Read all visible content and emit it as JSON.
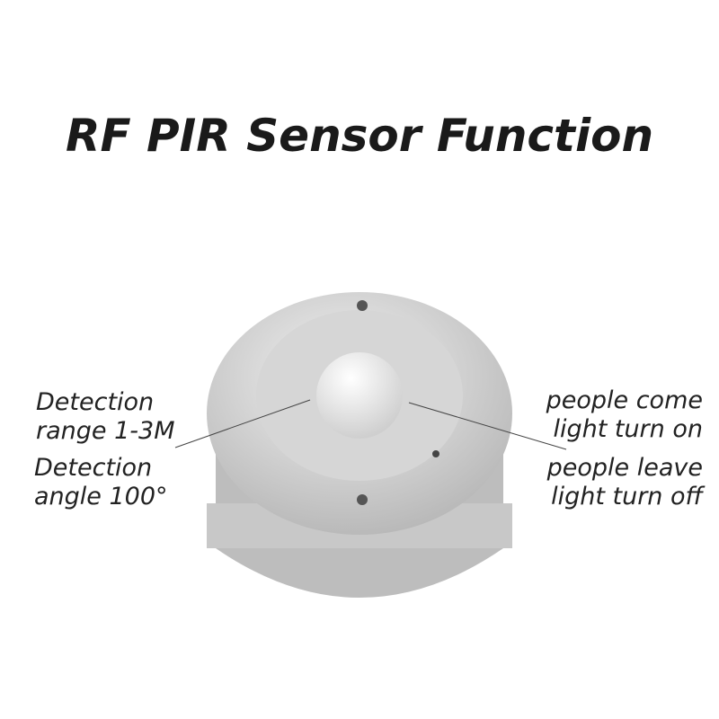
{
  "title": "RF PIR Sensor Function",
  "left": {
    "line1a": "Detection",
    "line1b": "range 1-3M",
    "line2a": "Detection",
    "line2b": "angle 100°"
  },
  "right": {
    "line1a": "people come",
    "line1b": "light turn on",
    "line2a": "people leave",
    "line2b": "light turn off"
  }
}
